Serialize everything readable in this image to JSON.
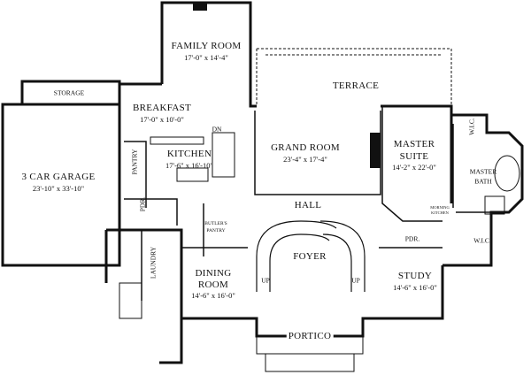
{
  "rooms": {
    "family_room": {
      "name": "FAMILY ROOM",
      "size": "17'-0\" x 14'-4\""
    },
    "terrace": {
      "name": "TERRACE"
    },
    "storage": {
      "name": "STORAGE"
    },
    "breakfast": {
      "name": "BREAKFAST",
      "size": "17'-0\" x 10'-0\""
    },
    "garage": {
      "name": "3 CAR GARAGE",
      "size": "23'-10\" x 33'-10\""
    },
    "kitchen": {
      "name": "KITCHEN",
      "size": "17'-6\" x 16'-10\""
    },
    "pantry": {
      "name": "PANTRY"
    },
    "pdr_left": {
      "name": "PDR."
    },
    "grand_room": {
      "name": "GRAND ROOM",
      "size": "23'-4\" x 17'-4\""
    },
    "master_suite": {
      "name_line1": "MASTER",
      "name_line2": "SUITE",
      "size": "14'-2\" x 22'-0\""
    },
    "wic_upper": {
      "name": "W.I.C."
    },
    "master_bath": {
      "name_line1": "MASTER",
      "name_line2": "BATH"
    },
    "hall": {
      "name": "HALL"
    },
    "butlers_pantry": {
      "name_line1": "BUTLER'S",
      "name_line2": "PANTRY"
    },
    "morning_kitchen": {
      "name_line1": "MORNING",
      "name_line2": "KITCHEN"
    },
    "pdr_right": {
      "name": "PDR."
    },
    "wic_lower": {
      "name": "W.I.C."
    },
    "laundry": {
      "name": "LAUNDRY"
    },
    "dining_room": {
      "name_line1": "DINING",
      "name_line2": "ROOM",
      "size": "14'-6\" x 16'-0\""
    },
    "foyer": {
      "name": "FOYER"
    },
    "study": {
      "name": "STUDY",
      "size": "14'-6\" x 16'-0\""
    },
    "portico": {
      "name": "PORTICO"
    }
  },
  "stairs": {
    "down": "DN",
    "up_left": "UP",
    "up_right": "UP"
  },
  "colors": {
    "wall": "#111111",
    "background": "#ffffff"
  }
}
